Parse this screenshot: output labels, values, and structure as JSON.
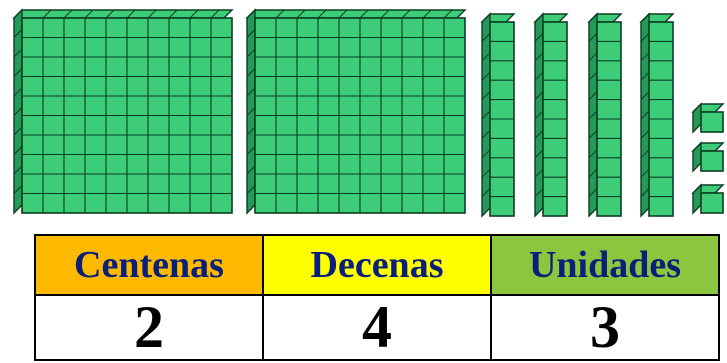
{
  "blocks": {
    "hundreds_count": 2,
    "tens_count": 4,
    "ones_count": 3,
    "block_color": "#3dcc78",
    "block_dark": "#239a58",
    "line_color": "#0b3d22"
  },
  "table": {
    "headers": [
      "Centenas",
      "Decenas",
      "Unidades"
    ],
    "values": [
      "2",
      "4",
      "3"
    ],
    "header_colors": [
      "#fdb900",
      "#ffff00",
      "#8cc63f"
    ]
  }
}
